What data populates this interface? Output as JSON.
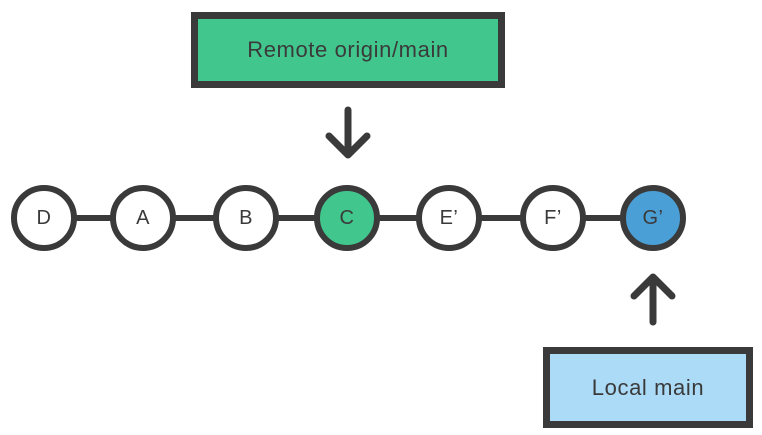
{
  "labels": {
    "remote": "Remote origin/main",
    "local": "Local main"
  },
  "commits": [
    {
      "label": "D",
      "fill_hex": "#ffffff"
    },
    {
      "label": "A",
      "fill_hex": "#ffffff"
    },
    {
      "label": "B",
      "fill_hex": "#ffffff"
    },
    {
      "label": "C",
      "fill_hex": "#41c78e",
      "pointed_by": "Remote origin/main"
    },
    {
      "label": "E’",
      "fill_hex": "#ffffff"
    },
    {
      "label": "F’",
      "fill_hex": "#ffffff"
    },
    {
      "label": "G’",
      "fill_hex": "#4a9fd6",
      "pointed_by": "Local main"
    }
  ],
  "colors": {
    "remote_box_fill": "#41c78e",
    "local_box_fill": "#abdbf7",
    "remote_commit_fill": "#41c78e",
    "local_commit_fill": "#4a9fd6",
    "stroke": "#3a3a3a",
    "background": "#ffffff"
  },
  "icons": {
    "remote_pointer": "arrow-down-icon",
    "local_pointer": "arrow-up-icon"
  }
}
